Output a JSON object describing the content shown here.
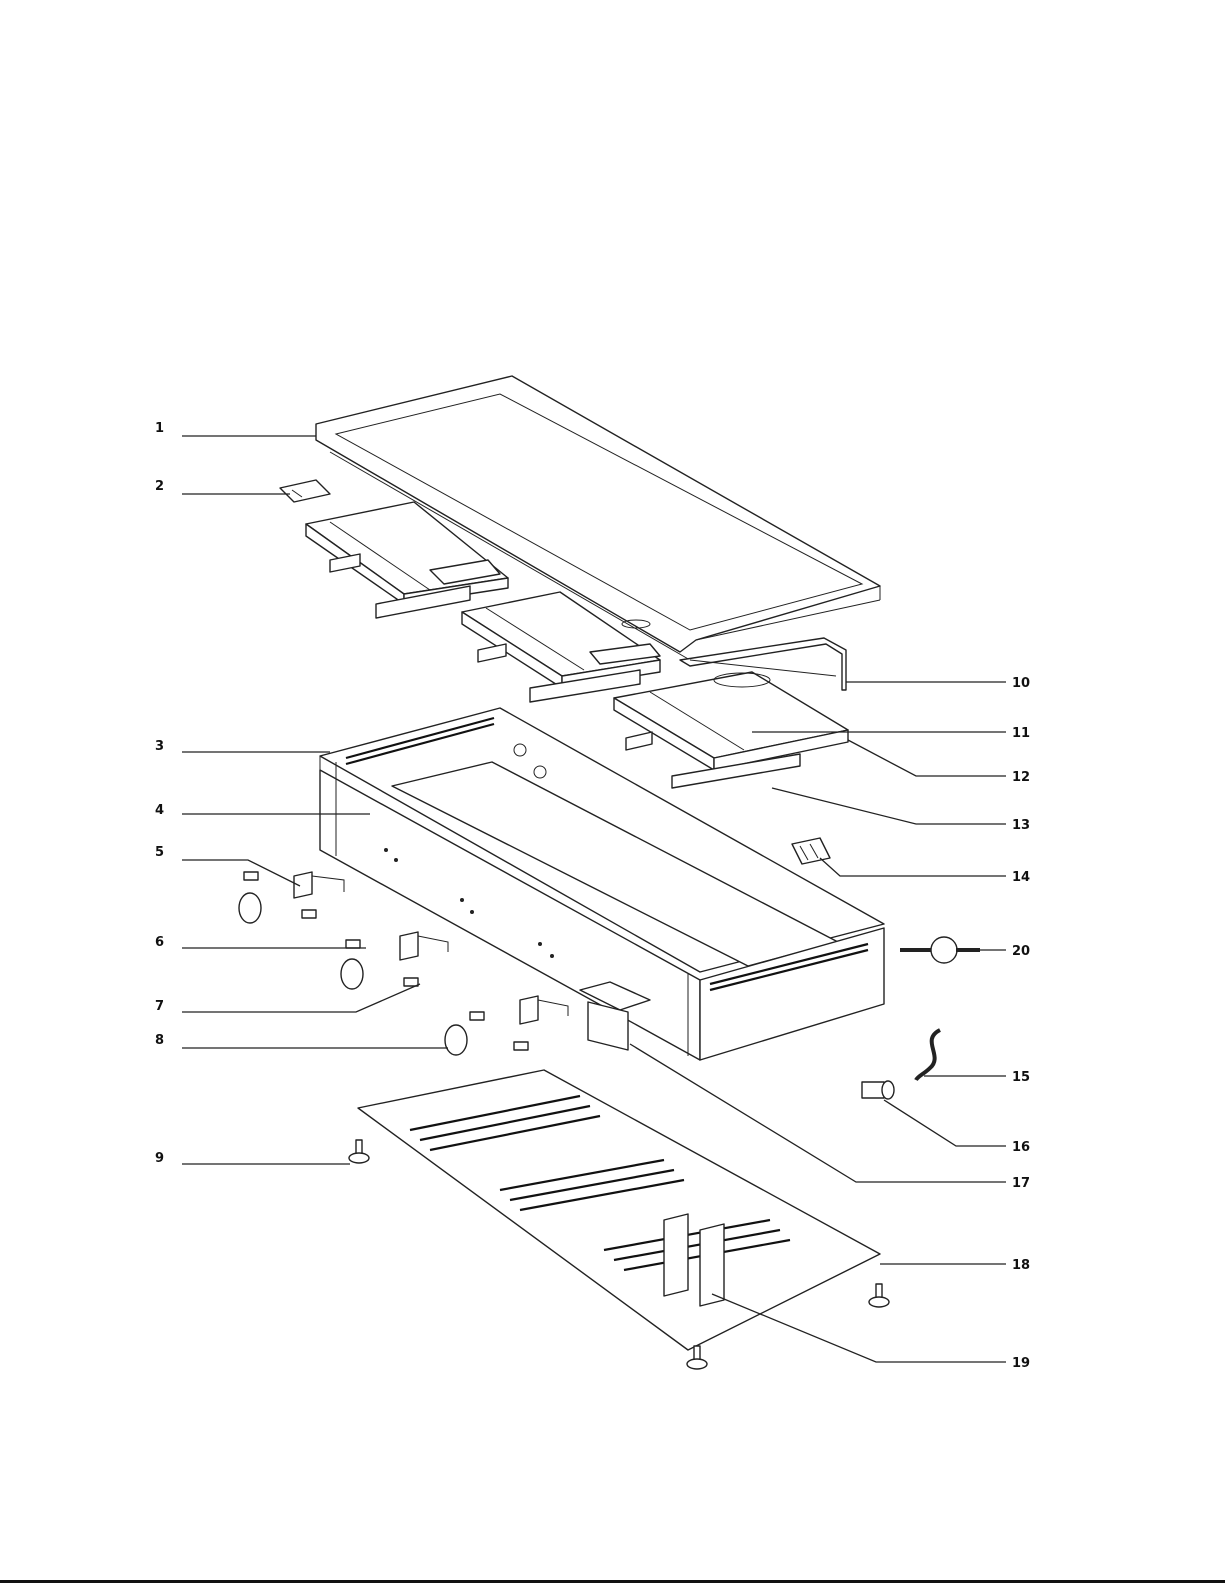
{
  "callouts": [
    {
      "id": "callout-1",
      "number": "1"
    },
    {
      "id": "callout-2",
      "number": "2"
    },
    {
      "id": "callout-3",
      "number": "3"
    },
    {
      "id": "callout-4",
      "number": "4"
    },
    {
      "id": "callout-5",
      "number": "5"
    },
    {
      "id": "callout-6",
      "number": "6"
    },
    {
      "id": "callout-7",
      "number": "7"
    },
    {
      "id": "callout-8",
      "number": "8"
    },
    {
      "id": "callout-9",
      "number": "9"
    },
    {
      "id": "callout-10",
      "number": "10"
    },
    {
      "id": "callout-11",
      "number": "11"
    },
    {
      "id": "callout-12",
      "number": "12"
    },
    {
      "id": "callout-13",
      "number": "13"
    },
    {
      "id": "callout-14",
      "number": "14"
    },
    {
      "id": "callout-15",
      "number": "15"
    },
    {
      "id": "callout-16",
      "number": "16"
    },
    {
      "id": "callout-17",
      "number": "17"
    },
    {
      "id": "callout-18",
      "number": "18"
    },
    {
      "id": "callout-19",
      "number": "19"
    },
    {
      "id": "callout-20",
      "number": "20"
    }
  ]
}
